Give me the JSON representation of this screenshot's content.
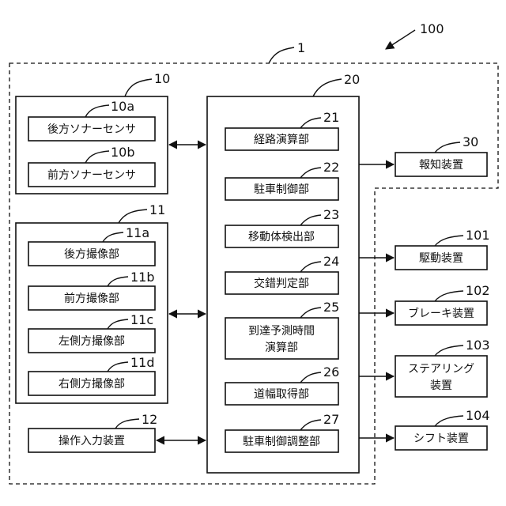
{
  "refs": {
    "r100": "100",
    "r1": "1",
    "r10": "10",
    "r10a": "10a",
    "r10b": "10b",
    "r11": "11",
    "r11a": "11a",
    "r11b": "11b",
    "r11c": "11c",
    "r11d": "11d",
    "r12": "12",
    "r20": "20",
    "r21": "21",
    "r22": "22",
    "r23": "23",
    "r24": "24",
    "r25": "25",
    "r26": "26",
    "r27": "27",
    "r30": "30",
    "r101": "101",
    "r102": "102",
    "r103": "103",
    "r104": "104"
  },
  "labels": {
    "sonar_rear": "後方ソナーセンサ",
    "sonar_front": "前方ソナーセンサ",
    "cam_rear": "後方撮像部",
    "cam_front": "前方撮像部",
    "cam_left": "左側方撮像部",
    "cam_right": "右側方撮像部",
    "input": "操作入力装置",
    "route": "経路演算部",
    "parking": "駐車制御部",
    "moving": "移動体検出部",
    "cross": "交錯判定部",
    "arrival_1": "到達予測時間",
    "arrival_2": "演算部",
    "road": "道幅取得部",
    "adjust": "駐車制御調整部",
    "notify": "報知装置",
    "drive": "駆動装置",
    "brake": "ブレーキ装置",
    "steer_1": "ステアリング",
    "steer_2": "装置",
    "shift": "シフト装置"
  }
}
